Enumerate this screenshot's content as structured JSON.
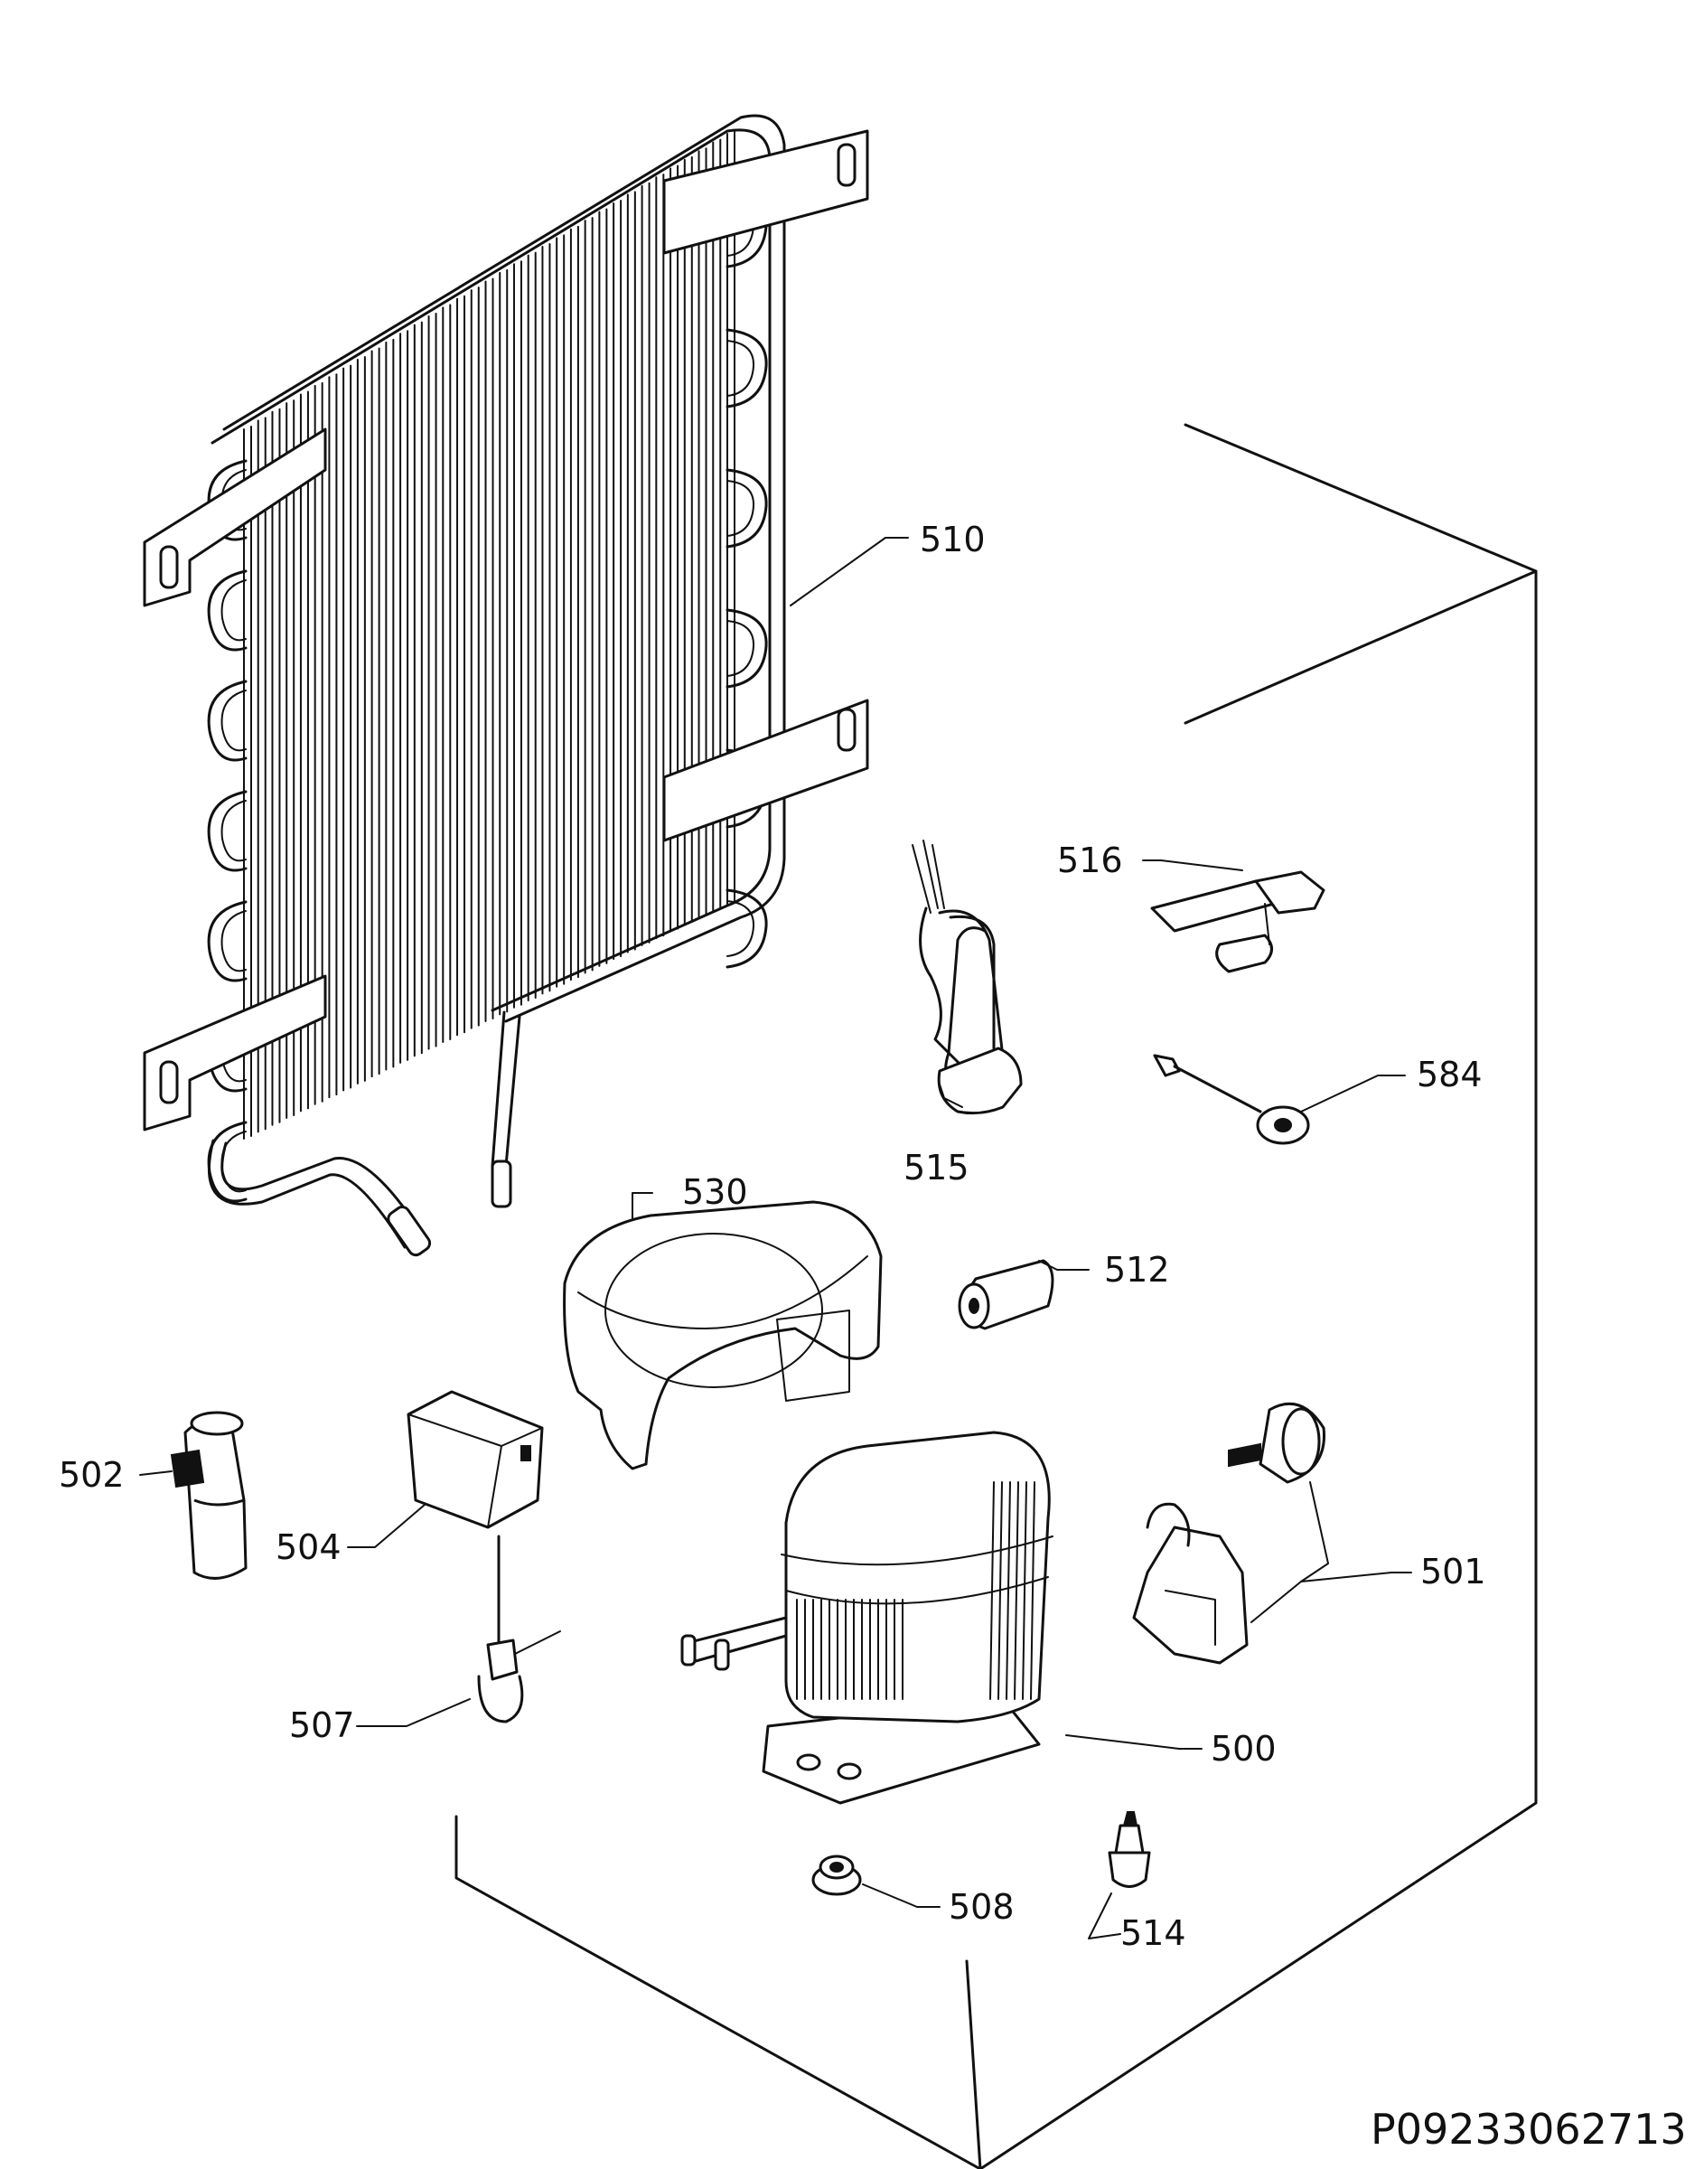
{
  "diagram_code": "P09233062713",
  "parts": {
    "p500": "500",
    "p501": "501",
    "p502": "502",
    "p504": "504",
    "p507": "507",
    "p508": "508",
    "p510": "510",
    "p512": "512",
    "p514": "514",
    "p515": "515",
    "p516": "516",
    "p530": "530",
    "p584": "584"
  }
}
